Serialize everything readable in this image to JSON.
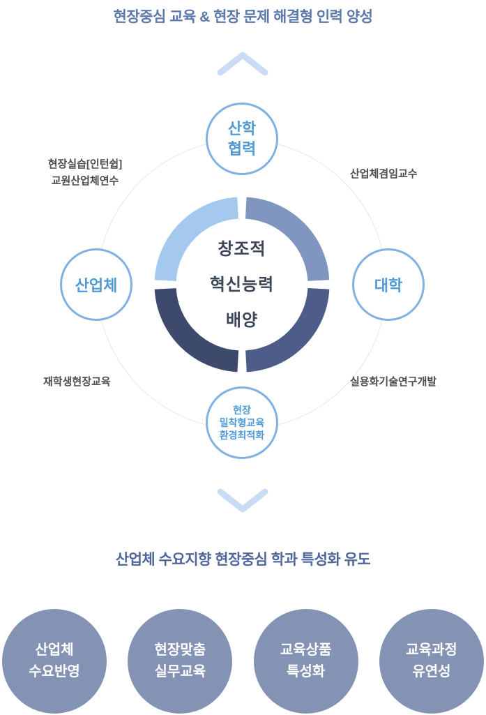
{
  "top_title": "현장중심 교육 & 현장 문제 해결형 인력 양성",
  "bottom_title": "산업체 수요지향 현장중심 학과 특성화 유도",
  "center": {
    "lines": [
      "창조적",
      "혁신능력",
      "배양"
    ]
  },
  "nodes": {
    "top": {
      "lines": [
        "산학",
        "협력"
      ]
    },
    "left": {
      "label": "산업체"
    },
    "right": {
      "label": "대학"
    },
    "bottom": {
      "lines": [
        "현장",
        "밀착형교육",
        "환경최적화"
      ]
    }
  },
  "labels": {
    "top_left": [
      "현장실습[인턴쉽]",
      "교원산업체연수"
    ],
    "top_right": "산업체겸임교수",
    "bottom_left": "재학생현장교육",
    "bottom_right": "실용화기술연구개발"
  },
  "ring": {
    "segments": [
      {
        "name": "top-right",
        "color": "#8095bf"
      },
      {
        "name": "bottom-right",
        "color": "#4e5c89"
      },
      {
        "name": "bottom-left",
        "color": "#3d4a6c"
      },
      {
        "name": "top-left",
        "color": "#a5c8ee"
      }
    ]
  },
  "bottom_circles": [
    {
      "lines": [
        "산업체",
        "수요반영"
      ]
    },
    {
      "lines": [
        "현장맞춤",
        "실무교육"
      ]
    },
    {
      "lines": [
        "교육상품",
        "특성화"
      ]
    },
    {
      "lines": [
        "교육과정",
        "유연성"
      ]
    }
  ],
  "icons": {
    "chevron_up": "chevron-up-icon",
    "chevron_down": "chevron-down-icon"
  },
  "colors": {
    "background": "#ffffff",
    "title-top": "#5b78ac",
    "title-bottom": "#50659b",
    "chevron": "#cadcf3",
    "node-border": "#7fb2e2",
    "node-text": "#4f9ad6",
    "center-text": "#3a4557",
    "side-label": "#4d4d4d",
    "orbit-circle": "#e7e7e7",
    "bottom-circle": "#8493b4",
    "bottom-circle-text": "#ffffff"
  }
}
